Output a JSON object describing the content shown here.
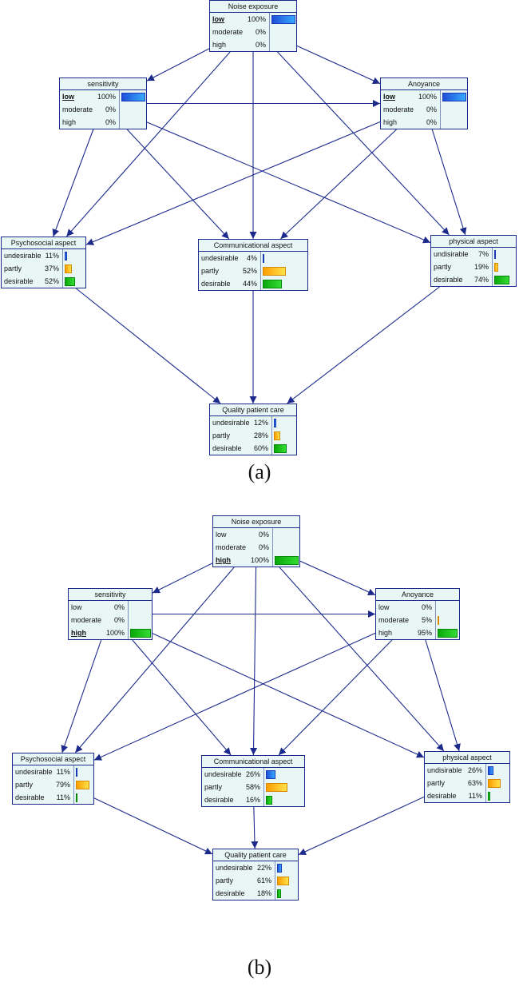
{
  "panels": [
    {
      "caption": "(a)",
      "nodes": {
        "noise": {
          "title": "Noise exposure",
          "states": [
            {
              "label": "low",
              "pct": "100%",
              "value": 100,
              "color": "blue",
              "selected": true
            },
            {
              "label": "moderate",
              "pct": "0%",
              "value": 0,
              "color": "blue"
            },
            {
              "label": "high",
              "pct": "0%",
              "value": 0,
              "color": "blue"
            }
          ]
        },
        "sensitivity": {
          "title": "sensitivity",
          "states": [
            {
              "label": "low",
              "pct": "100%",
              "value": 100,
              "color": "blue",
              "selected": true
            },
            {
              "label": "moderate",
              "pct": "0%",
              "value": 0,
              "color": "blue"
            },
            {
              "label": "high",
              "pct": "0%",
              "value": 0,
              "color": "blue"
            }
          ]
        },
        "annoyance": {
          "title": "Anoyance",
          "states": [
            {
              "label": "low",
              "pct": "100%",
              "value": 100,
              "color": "blue",
              "selected": true
            },
            {
              "label": "moderate",
              "pct": "0%",
              "value": 0,
              "color": "blue"
            },
            {
              "label": "high",
              "pct": "0%",
              "value": 0,
              "color": "blue"
            }
          ]
        },
        "psychosocial": {
          "title": "Psychosocial aspect",
          "states": [
            {
              "label": "undesirable",
              "pct": "11%",
              "value": 11,
              "color": "blue"
            },
            {
              "label": "partly",
              "pct": "37%",
              "value": 37,
              "color": "orange"
            },
            {
              "label": "desirable",
              "pct": "52%",
              "value": 52,
              "color": "green"
            }
          ]
        },
        "communicational": {
          "title": "Communicational aspect",
          "states": [
            {
              "label": "undesirable",
              "pct": "4%",
              "value": 4,
              "color": "blue"
            },
            {
              "label": "partly",
              "pct": "52%",
              "value": 52,
              "color": "orange"
            },
            {
              "label": "desirable",
              "pct": "44%",
              "value": 44,
              "color": "green"
            }
          ]
        },
        "physical": {
          "title": "physical aspect",
          "states": [
            {
              "label": "undisirable",
              "pct": "7%",
              "value": 7,
              "color": "blue"
            },
            {
              "label": "partly",
              "pct": "19%",
              "value": 19,
              "color": "orange"
            },
            {
              "label": "desirable",
              "pct": "74%",
              "value": 74,
              "color": "green"
            }
          ]
        },
        "quality": {
          "title": "Quality patient care",
          "states": [
            {
              "label": "undesirable",
              "pct": "12%",
              "value": 12,
              "color": "blue"
            },
            {
              "label": "partly",
              "pct": "28%",
              "value": 28,
              "color": "orange"
            },
            {
              "label": "desirable",
              "pct": "60%",
              "value": 60,
              "color": "green"
            }
          ]
        }
      }
    },
    {
      "caption": "(b)",
      "nodes": {
        "noise": {
          "title": "Noise exposure",
          "states": [
            {
              "label": "low",
              "pct": "0%",
              "value": 0,
              "color": "green"
            },
            {
              "label": "moderate",
              "pct": "0%",
              "value": 0,
              "color": "green"
            },
            {
              "label": "high",
              "pct": "100%",
              "value": 100,
              "color": "green",
              "selected": true
            }
          ]
        },
        "sensitivity": {
          "title": "sensitivity",
          "states": [
            {
              "label": "low",
              "pct": "0%",
              "value": 0,
              "color": "green"
            },
            {
              "label": "moderate",
              "pct": "0%",
              "value": 0,
              "color": "green"
            },
            {
              "label": "high",
              "pct": "100%",
              "value": 100,
              "color": "green",
              "selected": true
            }
          ]
        },
        "annoyance": {
          "title": "Anoyance",
          "states": [
            {
              "label": "low",
              "pct": "0%",
              "value": 0,
              "color": "blue"
            },
            {
              "label": "moderate",
              "pct": "5%",
              "value": 5,
              "color": "orange"
            },
            {
              "label": "high",
              "pct": "95%",
              "value": 95,
              "color": "green"
            }
          ]
        },
        "psychosocial": {
          "title": "Psychosocial aspect",
          "states": [
            {
              "label": "undesirable",
              "pct": "11%",
              "value": 11,
              "color": "blue"
            },
            {
              "label": "partly",
              "pct": "79%",
              "value": 79,
              "color": "orange"
            },
            {
              "label": "desirable",
              "pct": "11%",
              "value": 11,
              "color": "green"
            }
          ]
        },
        "communicational": {
          "title": "Communicational aspect",
          "states": [
            {
              "label": "undesirable",
              "pct": "26%",
              "value": 26,
              "color": "blue"
            },
            {
              "label": "partly",
              "pct": "58%",
              "value": 58,
              "color": "orange"
            },
            {
              "label": "desirable",
              "pct": "16%",
              "value": 16,
              "color": "green"
            }
          ]
        },
        "physical": {
          "title": "physical aspect",
          "states": [
            {
              "label": "undisirable",
              "pct": "26%",
              "value": 26,
              "color": "blue"
            },
            {
              "label": "partly",
              "pct": "63%",
              "value": 63,
              "color": "orange"
            },
            {
              "label": "desirable",
              "pct": "11%",
              "value": 11,
              "color": "green"
            }
          ]
        },
        "quality": {
          "title": "Quality patient care",
          "states": [
            {
              "label": "undesirable",
              "pct": "22%",
              "value": 22,
              "color": "blue"
            },
            {
              "label": "partly",
              "pct": "61%",
              "value": 61,
              "color": "orange"
            },
            {
              "label": "desirable",
              "pct": "18%",
              "value": 18,
              "color": "green"
            }
          ]
        }
      }
    }
  ],
  "edge_color": "#1c2a8c",
  "edges": [
    [
      "noise",
      "sensitivity"
    ],
    [
      "noise",
      "annoyance"
    ],
    [
      "noise",
      "psychosocial"
    ],
    [
      "noise",
      "communicational"
    ],
    [
      "noise",
      "physical"
    ],
    [
      "sensitivity",
      "annoyance"
    ],
    [
      "sensitivity",
      "psychosocial"
    ],
    [
      "sensitivity",
      "communicational"
    ],
    [
      "sensitivity",
      "physical"
    ],
    [
      "annoyance",
      "psychosocial"
    ],
    [
      "annoyance",
      "communicational"
    ],
    [
      "annoyance",
      "physical"
    ],
    [
      "psychosocial",
      "quality"
    ],
    [
      "communicational",
      "quality"
    ],
    [
      "physical",
      "quality"
    ]
  ]
}
